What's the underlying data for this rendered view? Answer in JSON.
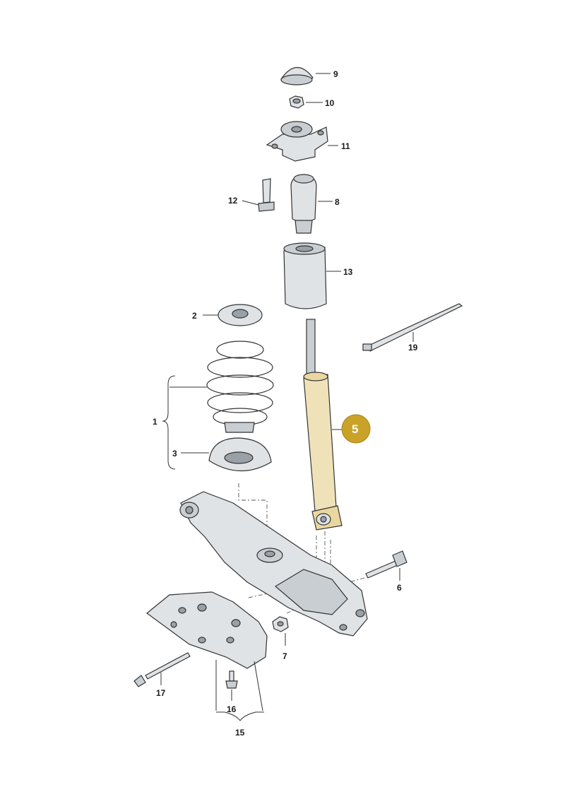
{
  "diagram": {
    "highlight_color": "#c9a227",
    "shock_fill": "#f0e2b8",
    "callouts": {
      "c1": "1",
      "c2": "2",
      "c3": "3",
      "c5": "5",
      "c6": "6",
      "c7": "7",
      "c8": "8",
      "c9": "9",
      "c10": "10",
      "c11": "11",
      "c12": "12",
      "c13": "13",
      "c15": "15",
      "c16": "16",
      "c17": "17",
      "c19": "19"
    }
  }
}
